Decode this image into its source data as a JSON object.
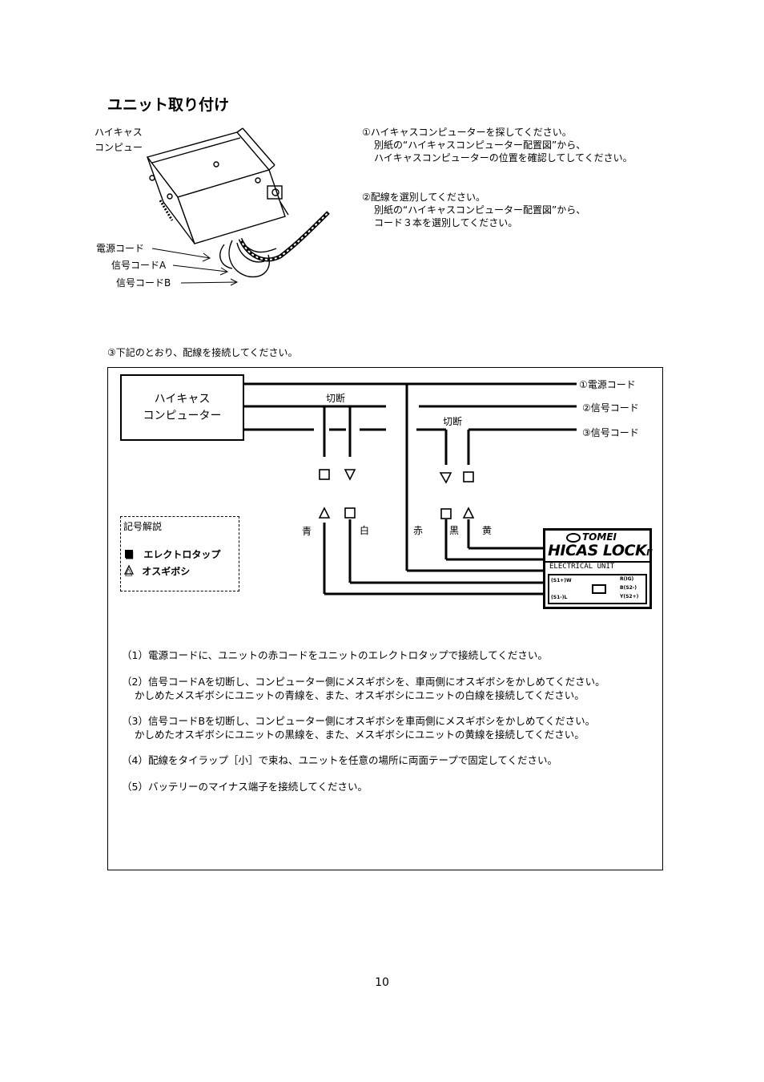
{
  "title": "ユニット取り付け",
  "photo_labels": {
    "computer": [
      "ハイキャス",
      "コンピュー"
    ],
    "power_cord": "電源コード",
    "signal_a": "信号コードA",
    "signal_b": "信号コードB"
  },
  "steps": {
    "step1": [
      "①ハイキャスコンピューターを探してください。",
      "別紙の“ハイキャスコンピューター配置図”から、",
      "ハイキャスコンピューターの位置を確認してしてください。"
    ],
    "step2": [
      "②配線を選別してください。",
      "別紙の“ハイキャスコンピューター配置図”から、",
      "コード３本を選別してください。"
    ],
    "step3": "③下記のとおり、配線を接続してください。"
  },
  "diagram": {
    "computer_label": [
      "ハイキャス",
      "コンピューター"
    ],
    "cut1": "切断",
    "cut2": "切断",
    "cord1": "①電源コード",
    "cord2": "②信号コード",
    "cord3": "③信号コード",
    "colors": [
      "青",
      "白",
      "赤",
      "黒",
      "黄"
    ],
    "legend_title": "記号解説",
    "legend_items": [
      "■　エレクトロタップ",
      "△　オスギボシ"
    ],
    "unit": {
      "brand": "TOMEI",
      "name": "HICAS LOCK",
      "roman": "II",
      "sub": "ELECTRICAL  UNIT",
      "pins": [
        "(S1+)W",
        "(S1-)L",
        "R(IG)",
        "B(S2-)",
        "Y(S2+)"
      ]
    }
  },
  "instructions": [
    "（1）電源コードに、ユニットの赤コードをユニットのエレクトロタップで接続してください。",
    "（2）信号コードAを切断し、コンピューター側にメスギボシを、車両側にオスギボシをかしめてください。",
    "かしめたメスギボシにユニットの青線を、また、オスギボシにユニットの白線を接続してください。",
    "（3）信号コードBを切断し、コンピューター側にオスギボシを車両側にメスギボシをかしめてください。",
    "かしめたオスギボシにユニットの黒線を、また、メスギボシにユニットの黄線を接続してください。",
    "（4）配線をタイラップ［小］で束ね、ユニットを任意の場所に両面テープで固定してください。",
    "（5）バッテリーのマイナス端子を接続してください。"
  ],
  "page_number": "10"
}
